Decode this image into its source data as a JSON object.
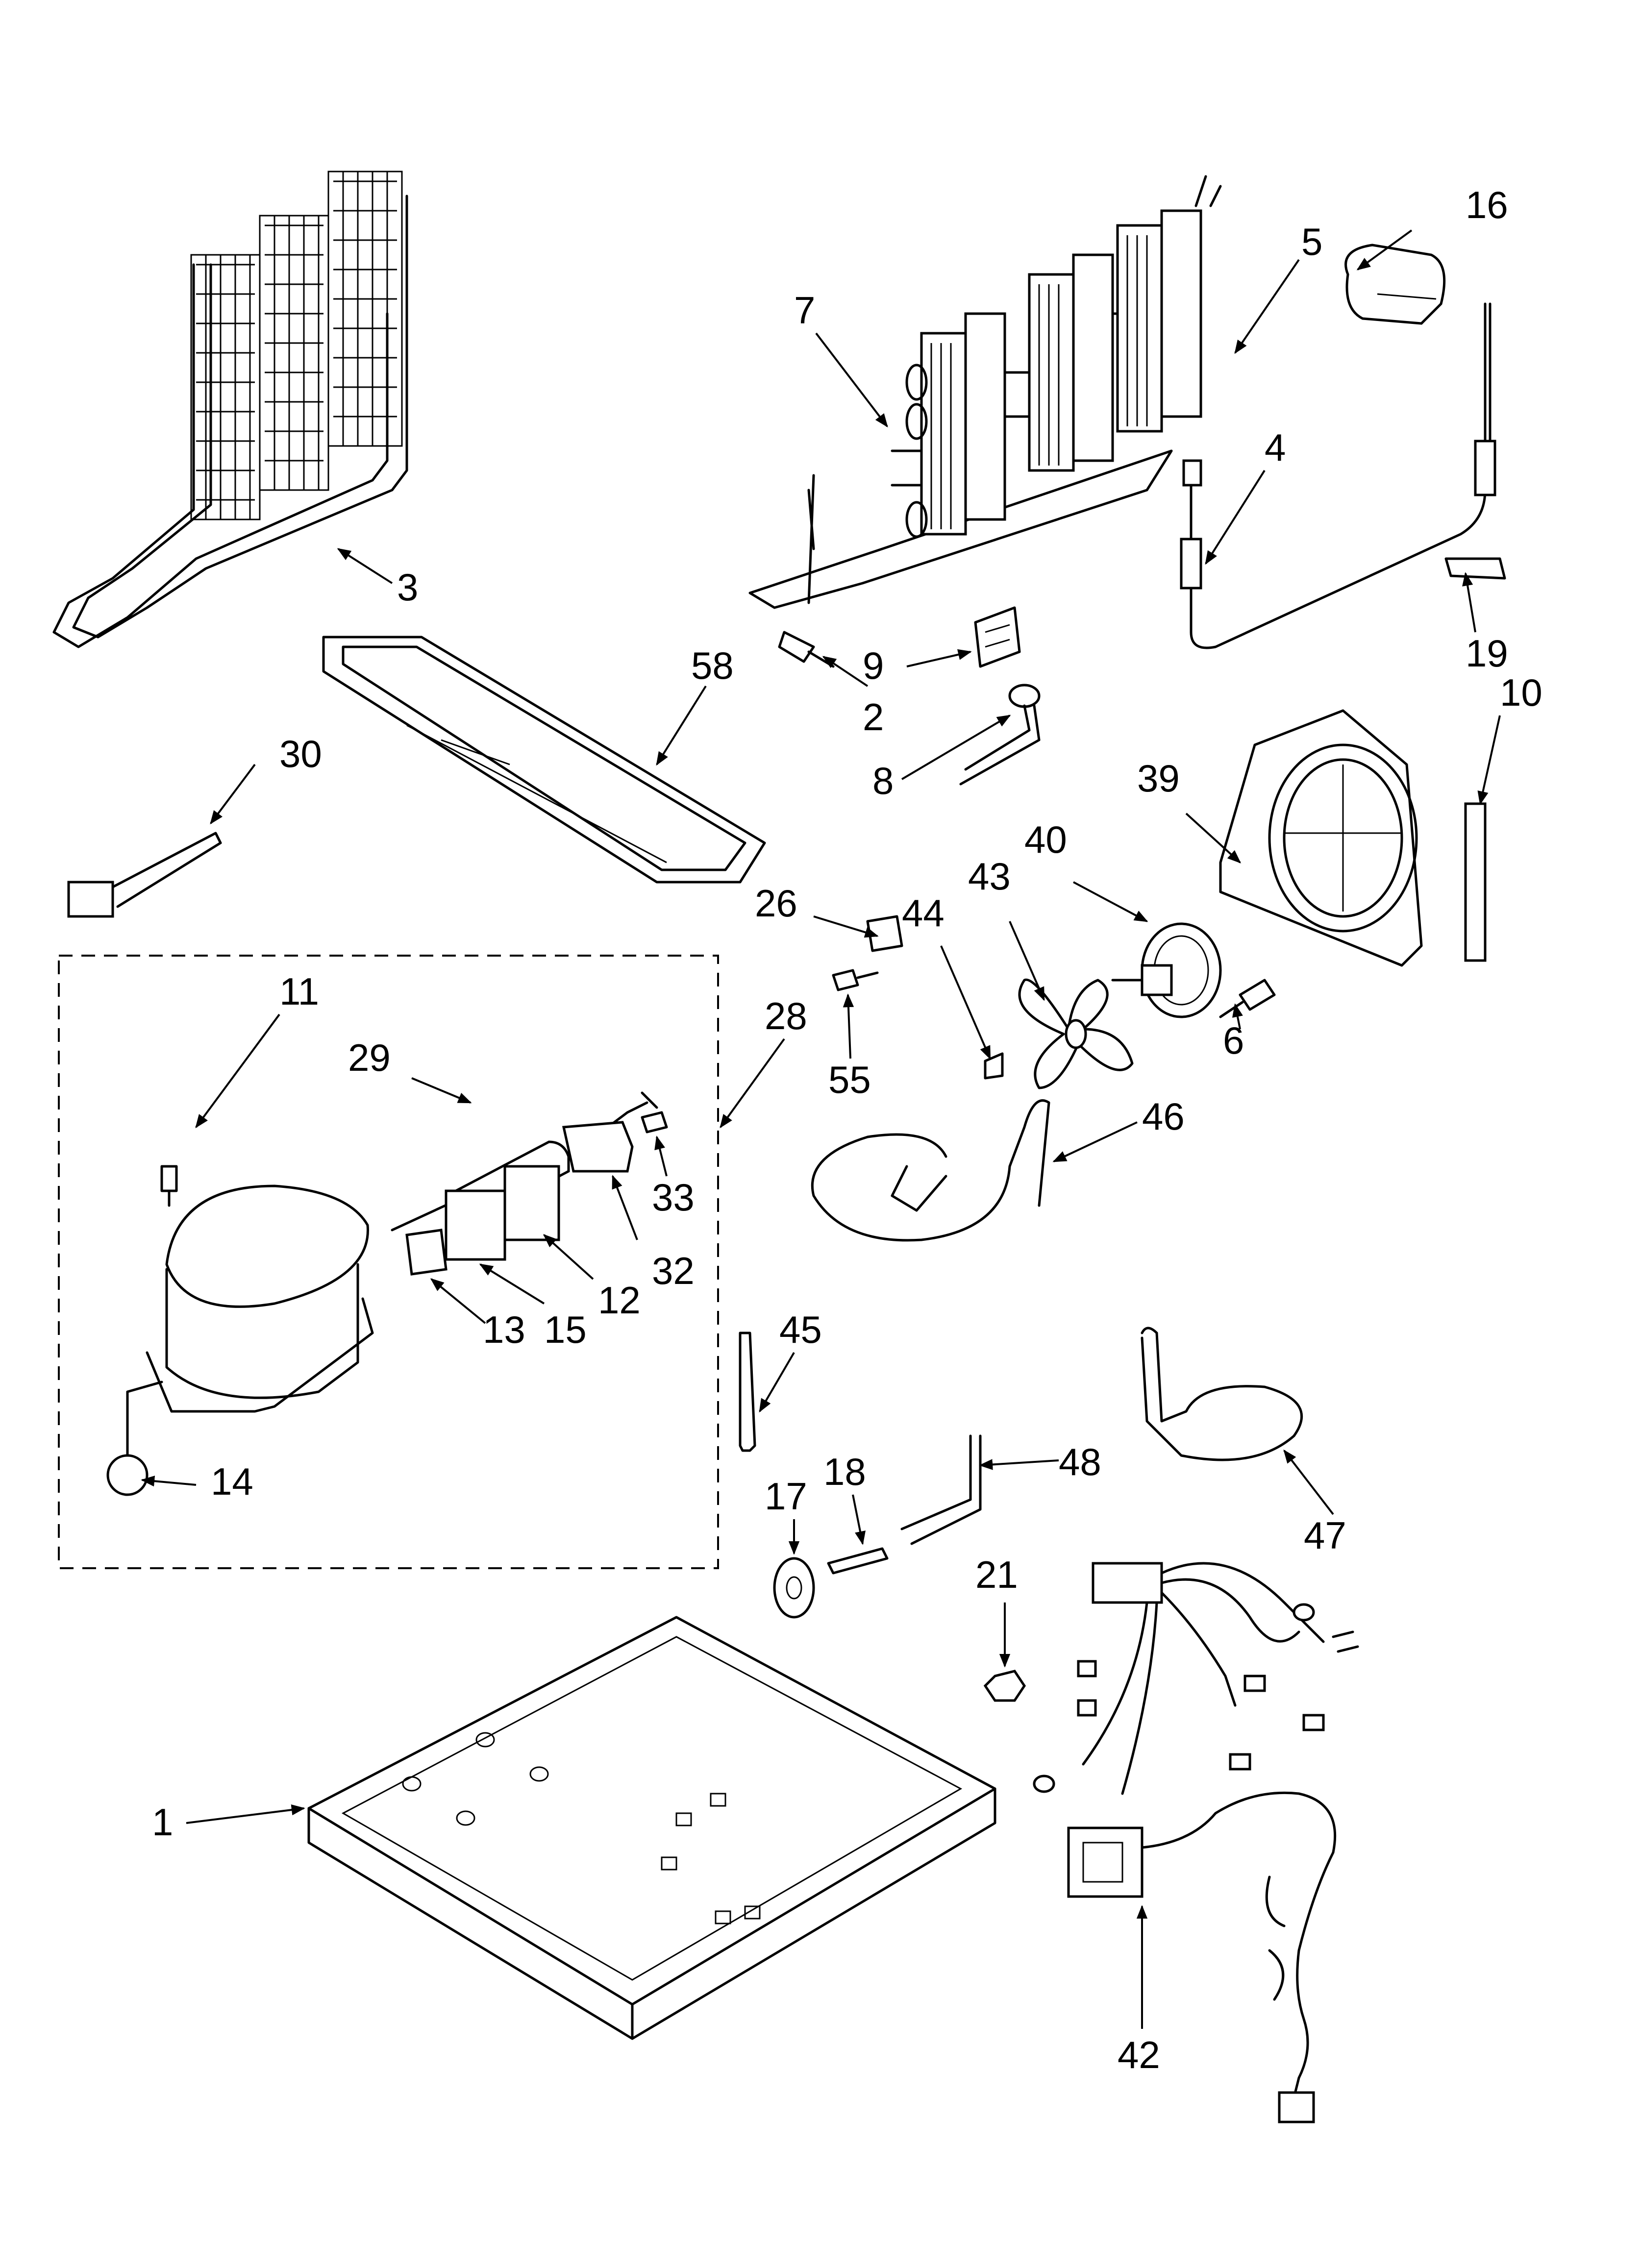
{
  "diagram": {
    "callouts": [
      {
        "id": "c1",
        "label": "1"
      },
      {
        "id": "c2",
        "label": "2"
      },
      {
        "id": "c3",
        "label": "3"
      },
      {
        "id": "c4",
        "label": "4"
      },
      {
        "id": "c5",
        "label": "5"
      },
      {
        "id": "c6",
        "label": "6"
      },
      {
        "id": "c7",
        "label": "7"
      },
      {
        "id": "c8",
        "label": "8"
      },
      {
        "id": "c9",
        "label": "9"
      },
      {
        "id": "c10",
        "label": "10"
      },
      {
        "id": "c11",
        "label": "11"
      },
      {
        "id": "c12",
        "label": "12"
      },
      {
        "id": "c13",
        "label": "13"
      },
      {
        "id": "c14",
        "label": "14"
      },
      {
        "id": "c15",
        "label": "15"
      },
      {
        "id": "c16",
        "label": "16"
      },
      {
        "id": "c17",
        "label": "17"
      },
      {
        "id": "c18",
        "label": "18"
      },
      {
        "id": "c19",
        "label": "19"
      },
      {
        "id": "c21",
        "label": "21"
      },
      {
        "id": "c26",
        "label": "26"
      },
      {
        "id": "c28",
        "label": "28"
      },
      {
        "id": "c29",
        "label": "29"
      },
      {
        "id": "c30",
        "label": "30"
      },
      {
        "id": "c32",
        "label": "32"
      },
      {
        "id": "c33",
        "label": "33"
      },
      {
        "id": "c39",
        "label": "39"
      },
      {
        "id": "c40",
        "label": "40"
      },
      {
        "id": "c42",
        "label": "42"
      },
      {
        "id": "c43",
        "label": "43"
      },
      {
        "id": "c44",
        "label": "44"
      },
      {
        "id": "c45",
        "label": "45"
      },
      {
        "id": "c46",
        "label": "46"
      },
      {
        "id": "c47",
        "label": "47"
      },
      {
        "id": "c48",
        "label": "48"
      },
      {
        "id": "c55",
        "label": "55"
      },
      {
        "id": "c58",
        "label": "58"
      }
    ]
  }
}
